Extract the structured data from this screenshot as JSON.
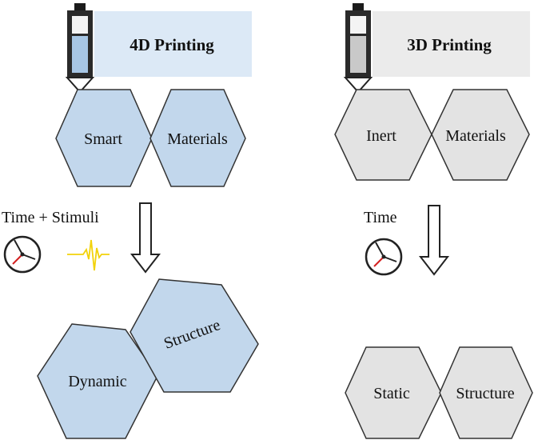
{
  "colors": {
    "smart_fill": "#c2d7ec",
    "inert_fill": "#e3e3e3",
    "title_4d_bg": "#dce9f6",
    "title_3d_bg": "#ebebeb",
    "stimulus_wave": "#f2d20a",
    "clock_hand_red": "#d42020"
  },
  "left": {
    "title": "4D Printing",
    "material_left": "Smart",
    "material_right": "Materials",
    "condition": "Time + Stimuli",
    "result_left": "Dynamic",
    "result_right": "Structure"
  },
  "right": {
    "title": "3D Printing",
    "material_left": "Inert",
    "material_right": "Materials",
    "condition": "Time",
    "result_left": "Static",
    "result_right": "Structure"
  },
  "icons": {
    "printer": "syringe-nozzle-icon",
    "time": "clock-icon",
    "stimulus": "stimulus-wave-icon",
    "flow": "down-arrow-icon"
  }
}
